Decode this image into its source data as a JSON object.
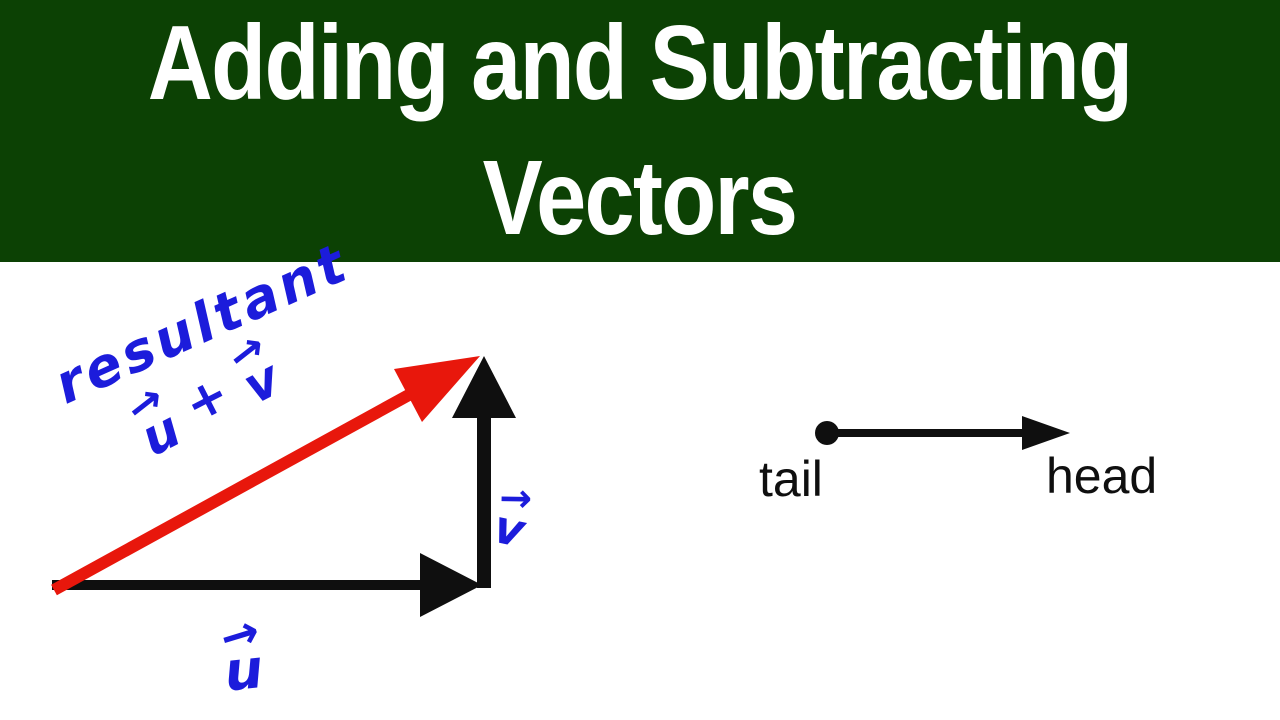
{
  "header": {
    "title_line1": "Adding and Subtracting",
    "title_line2": "Vectors",
    "bg_color": "#0c4104",
    "text_color": "#ffffff"
  },
  "vector_diagram": {
    "labels": {
      "resultant": "resultant",
      "u": "u",
      "plus": "+",
      "v": "v"
    },
    "colors": {
      "vector_black": "#0f0f0f",
      "resultant_red": "#e8170c",
      "handwriting_blue": "#1c1cdb"
    }
  },
  "tail_head_diagram": {
    "tail": "tail",
    "head": "head",
    "arrow_color": "#0f0f0f"
  },
  "icons": {
    "vector_arrow": "→"
  }
}
